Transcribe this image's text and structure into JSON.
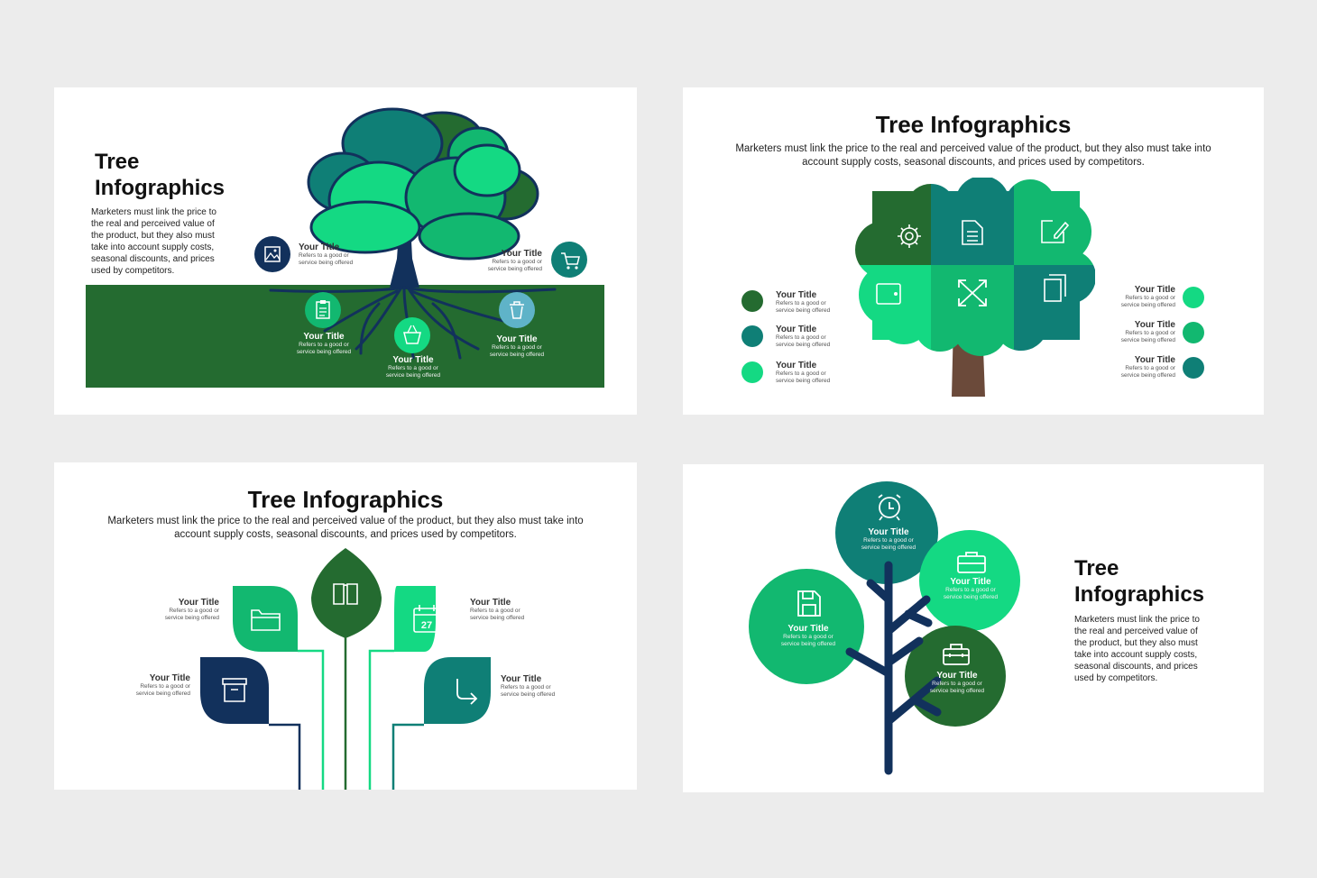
{
  "colors": {
    "background": "#ececec",
    "slide": "#ffffff",
    "dark_green": "#246b30",
    "teal": "#0f7f76",
    "mint": "#14d983",
    "medium_green": "#12b870",
    "navy": "#12315c",
    "trunk_brown": "#6b4a3a"
  },
  "item": {
    "title": "Your Title",
    "line1": "Refers to a good or",
    "line2": "service being offered"
  },
  "slide1": {
    "title_line1": "Tree",
    "title_line2": "Infographics",
    "description": "Marketers must link the price to the real and perceived value of the product, but they also must take into account supply costs, seasonal discounts, and prices used by competitors.",
    "icons": [
      "image-icon",
      "cart-icon",
      "clipboard-icon",
      "basket-icon",
      "trash-icon"
    ]
  },
  "slide2": {
    "title": "Tree Infographics",
    "description": "Marketers must link the price to the real and perceived value of the product, but they also must take into account supply costs, seasonal discounts, and prices used by competitors.",
    "icons": [
      "gear-icon",
      "document-icon",
      "edit-icon",
      "tablet-icon",
      "expand-icon",
      "copy-icon"
    ]
  },
  "slide3": {
    "title": "Tree Infographics",
    "description": "Marketers must link the price to the real and perceived value of the product, but they also must take into account supply costs, seasonal discounts, and prices used by competitors.",
    "calendar_day": "27",
    "icons": [
      "folder-icon",
      "book-icon",
      "calendar-icon",
      "archive-icon",
      "redo-arrow-icon"
    ]
  },
  "slide4": {
    "title_line1": "Tree",
    "title_line2": "Infographics",
    "description": "Marketers must link the price to the real and perceived value of the product, but they also must take into account supply costs, seasonal discounts, and prices used by competitors.",
    "icons": [
      "alarm-clock-icon",
      "briefcase-icon",
      "floppy-disk-icon",
      "toolbox-icon"
    ]
  }
}
